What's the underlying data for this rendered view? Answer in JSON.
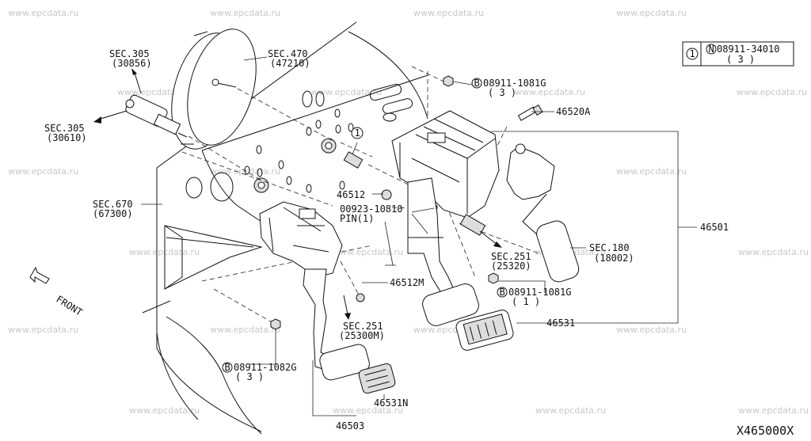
{
  "watermark": "www.epcdata.ru",
  "diagram_code": "X465000X",
  "legend": {
    "circle_no": "1",
    "n_mark": "N",
    "part": "08911-34010",
    "qty": "( 3 )"
  },
  "labels": {
    "sec305a": "SEC.305",
    "sec305a_code": "(30856)",
    "sec470": "SEC.470",
    "sec470_code": "(47210)",
    "sec305b": "SEC.305",
    "sec305b_code": "(30610)",
    "b08911_1081g_top": "08911-1081G",
    "qty3_top": "( 3 )",
    "p46520a": "46520A",
    "sec670": "SEC.670",
    "sec670_code": "(67300)",
    "p46512": "46512",
    "p00923": "00923-10810",
    "pin1": "PIN(1)",
    "p46501": "46501",
    "sec180": "SEC.180",
    "sec180_code": "(18002)",
    "sec251a": "SEC.251",
    "sec251a_code": "(25320)",
    "front": "FRONT",
    "p46512m": "46512M",
    "b08911_1081g_mid": "08911-1081G",
    "qty1_mid": "( 1 )",
    "sec251b": "SEC.251",
    "sec251b_code": "(25300M)",
    "p46531": "46531",
    "b08911_1082g": "08911-1082G",
    "qty3_low": "( 3 )",
    "p46531n": "46531N",
    "p46503": "46503",
    "b_mark": "B",
    "callout1": "1"
  }
}
